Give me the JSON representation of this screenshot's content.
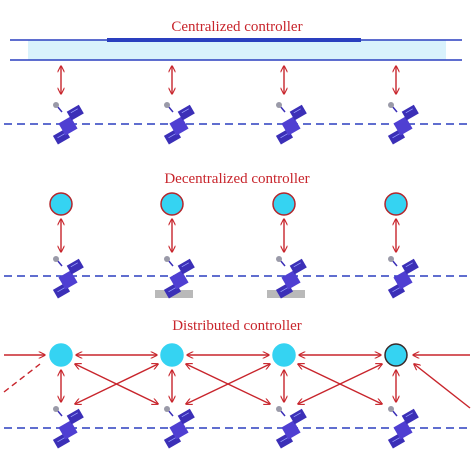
{
  "sections": [
    {
      "title": "Centralized controller"
    },
    {
      "title": "Decentralized controller"
    },
    {
      "title": "Distributed controller"
    }
  ],
  "colors": {
    "title": "#c8252c",
    "arrow": "#c8252c",
    "controller_fill": "#35d3f2",
    "controller_stroke": "#b3262c",
    "bar_fill": "#d9f2fc",
    "bar_line": "#2a3fbf",
    "orbit_dash": "#2b3fbf",
    "satellite_body": "#4f3fd2",
    "satellite_panel": "#3b2fb7",
    "ground_shadow": "#b9b9b9"
  }
}
